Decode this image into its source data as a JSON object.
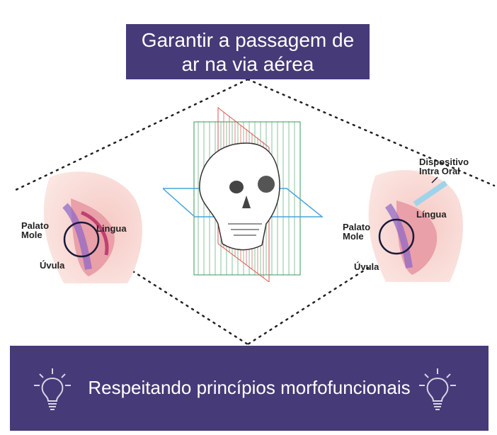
{
  "header": {
    "line1": "Garantir a passagem de",
    "line2": "ar na via aérea"
  },
  "footer": {
    "text": "Respeitando princípios morfofuncionais"
  },
  "left_figure": {
    "label_palate_line1": "Palato",
    "label_palate_line2": "Mole",
    "label_tongue": "Lingua",
    "label_uvula": "Úvula"
  },
  "right_figure": {
    "label_device_line1": "Dispositivo",
    "label_device_line2": "Intra Oral",
    "label_palate_line1": "Palato",
    "label_palate_line2": "Mole",
    "label_tongue": "Língua",
    "label_uvula": "Úvula"
  },
  "colors": {
    "box": "#473a78",
    "plane_green": "#3a9a5a",
    "plane_red": "#d9574f",
    "plane_blue": "#4aa3d8"
  },
  "icons": [
    "lightbulb-icon",
    "lightbulb-icon"
  ]
}
